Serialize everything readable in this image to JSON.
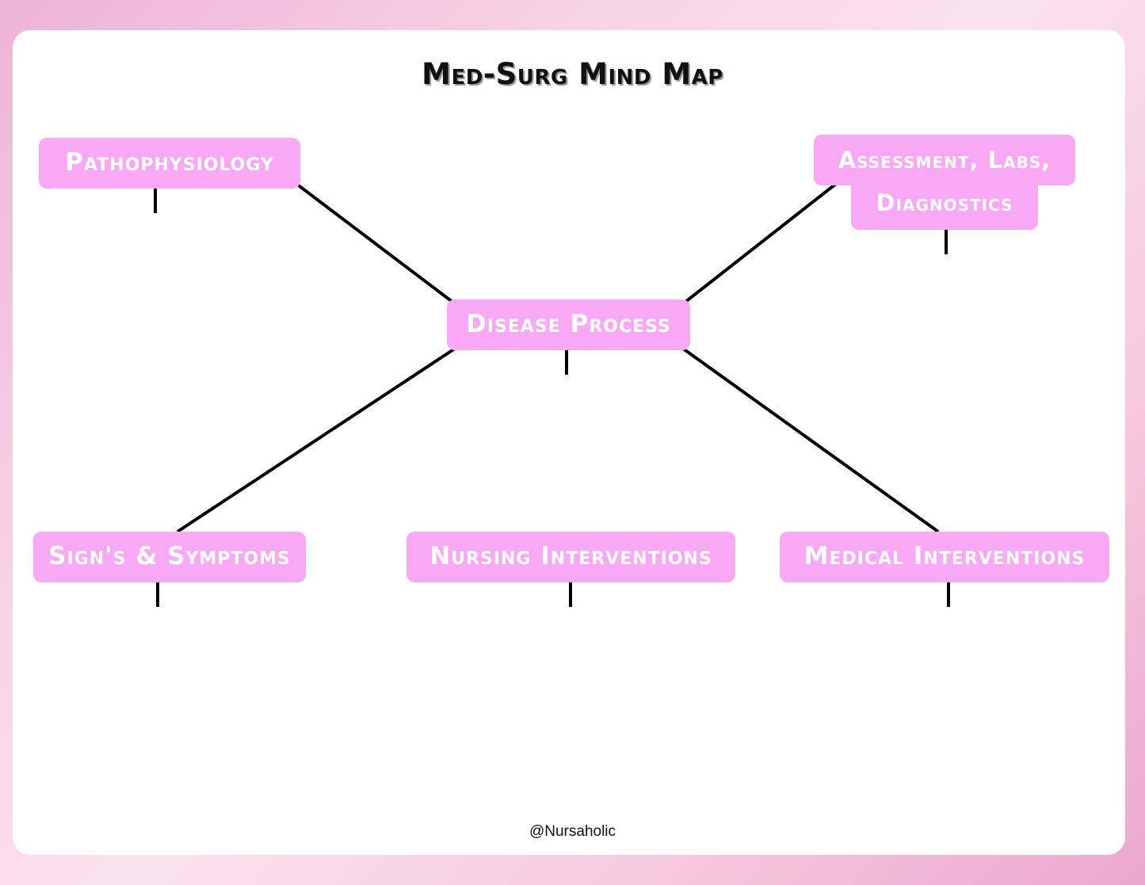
{
  "title": "Med-Surg Mind Map",
  "footer": "@Nursaholic",
  "colors": {
    "node_fill": "#f9a8f5",
    "node_text": "#ffffff",
    "connector": "#000000",
    "card": "#ffffff"
  },
  "nodes": {
    "pathophysiology": "Pathophysiology",
    "assessment_line1": "Assessment, Labs,",
    "assessment_line2": "Diagnostics",
    "disease_process": "Disease Process",
    "signs_symptoms": "Sign's & Symptoms",
    "nursing_interventions": "Nursing Interventions",
    "medical_interventions": "Medical Interventions"
  }
}
